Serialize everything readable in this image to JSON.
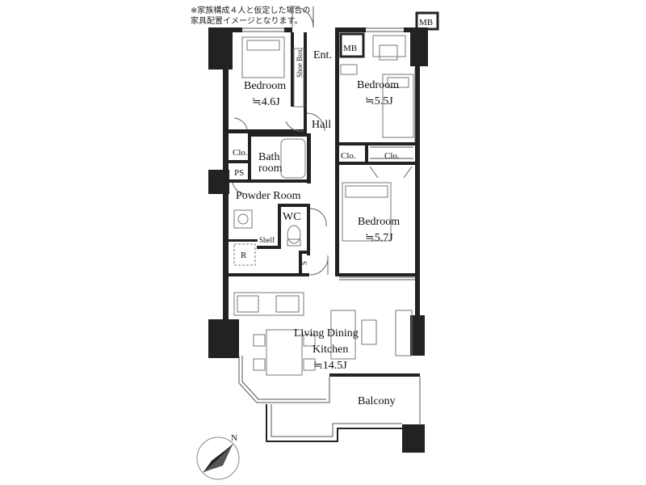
{
  "notes": {
    "line1": "※家族構成４人と仮定した場合の",
    "line2": "家具配置イメージとなります。"
  },
  "rooms": {
    "bedroom1": {
      "name": "Bedroom",
      "size": "≒4.6J"
    },
    "bedroom2": {
      "name": "Bedroom",
      "size": "≒5.5J"
    },
    "bedroom3": {
      "name": "Bedroom",
      "size": "≒5.7J"
    },
    "ldk": {
      "name_line1": "Living Dining",
      "name_line2": "Kitchen",
      "size": "≒14.5J"
    },
    "entrance": "Ent.",
    "shoe_box": "Shoe Box",
    "mb_top": "MB",
    "mb_inner": "MB",
    "hall": "Hall",
    "closet1": "Clo.",
    "closet2": "Clo.",
    "closet3": "Clo.",
    "bath_line1": "Bath",
    "bath_line2": "room",
    "ps": "PS",
    "powder_room": "Powder Room",
    "wc": "WC",
    "shelf": "Shelf",
    "refrigerator": "R",
    "storage": "S",
    "balcony": "Balcony"
  },
  "compass": {
    "label": "N"
  },
  "colors": {
    "wall": "#222222",
    "background": "#ffffff",
    "furniture_line": "#777777"
  }
}
